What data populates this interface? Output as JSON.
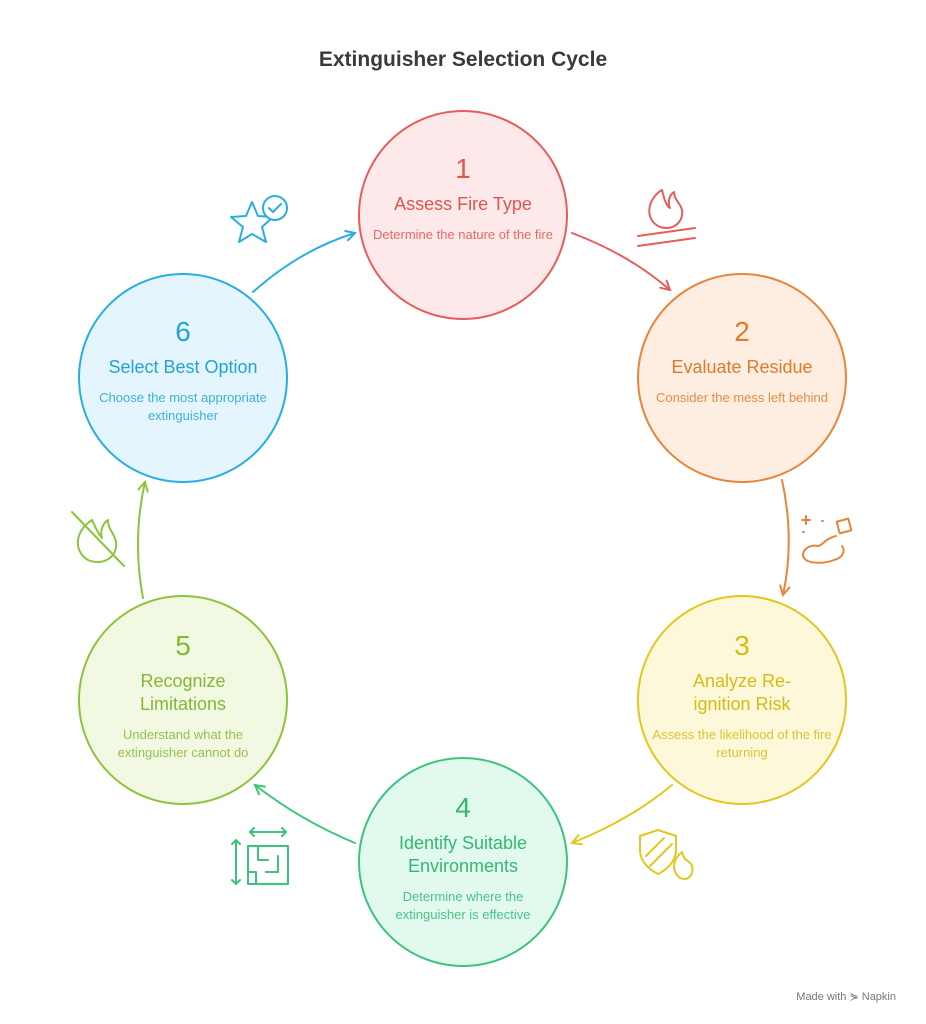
{
  "title": "Extinguisher Selection Cycle",
  "steps": [
    {
      "number": "1",
      "heading": "Assess Fire Type",
      "description": "Determine the nature of the fire",
      "icon": "campfire-icon",
      "color": "#e85c5c",
      "fill": "#fde9e9",
      "text": "#e0554f"
    },
    {
      "number": "2",
      "heading": "Evaluate Residue",
      "description": "Consider the mess left behind",
      "icon": "residue-icon",
      "color": "#e8853a",
      "fill": "#fdeee1",
      "text": "#e07a2e"
    },
    {
      "number": "3",
      "heading": "Analyze Re-ignition Risk",
      "description": "Assess the likelihood of the fire returning",
      "icon": "shield-fire-icon",
      "color": "#e0c820",
      "fill": "#fdf8da",
      "text": "#d4bc14"
    },
    {
      "number": "4",
      "heading": "Identify Suitable Environments",
      "description": "Determine where the extinguisher is effective",
      "icon": "floorplan-icon",
      "color": "#3cc47c",
      "fill": "#e2f9ee",
      "text": "#33b873"
    },
    {
      "number": "5",
      "heading": "Recognize Limitations",
      "description": "Understand what the extinguisher cannot do",
      "icon": "no-fire-icon",
      "color": "#8cc43c",
      "fill": "#f1f9e2",
      "text": "#84b834"
    },
    {
      "number": "6",
      "heading": "Select Best Option",
      "description": "Choose the most appropriate extinguisher",
      "icon": "star-check-icon",
      "color": "#28aee0",
      "fill": "#e5f5fd",
      "text": "#21a3d6"
    }
  ],
  "footer": "Made with ⋟ Napkin"
}
